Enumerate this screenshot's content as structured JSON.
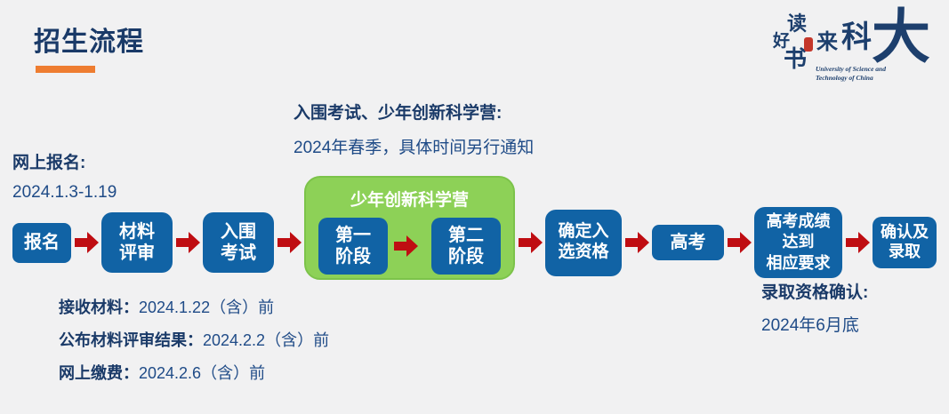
{
  "header": {
    "title": "招生流程"
  },
  "logo": {
    "chars": [
      "读",
      "好",
      "书",
      "来",
      "科",
      "大"
    ],
    "seal_icon": "red-seal",
    "en_line1": "University of Science and",
    "en_line2": "Technology of China"
  },
  "notes": {
    "camp": {
      "label": "入围考试、少年创新科学营:",
      "value": "2024年春季，具体时间另行通知"
    },
    "signup": {
      "label": "网上报名:",
      "value": "2024.1.3-1.19"
    },
    "admission": {
      "label": "录取资格确认:",
      "value": "2024年6月底"
    },
    "materials": [
      {
        "label": "接收材料：",
        "value": "2024.1.22（含）前"
      },
      {
        "label": "公布材料评审结果：",
        "value": "2024.2.2（含）前"
      },
      {
        "label": "网上缴费：",
        "value": "2024.2.6（含）前"
      }
    ]
  },
  "flow": {
    "camp_title": "少年创新科学营",
    "steps": {
      "baoming": "报名",
      "cailiao": "材料\n评审",
      "ruwei": "入围\n考试",
      "stage1": "第一\n阶段",
      "stage2": "第二\n阶段",
      "queding": "确定入\n选资格",
      "gaokao": "高考",
      "chengji": "高考成绩\n达到\n相应要求",
      "queren": "确认及\n录取"
    }
  },
  "colors": {
    "background": "#f1f1f2",
    "title_navy": "#1a3a68",
    "value_blue": "#1f4b87",
    "box_blue": "#1163a5",
    "arrow_red": "#bf0d12",
    "camp_green": "#8dd157",
    "camp_green_border": "#7cc34a",
    "accent_orange": "#ee7d31",
    "logo_navy": "#1d3f6d",
    "seal_red": "#c4372b"
  }
}
